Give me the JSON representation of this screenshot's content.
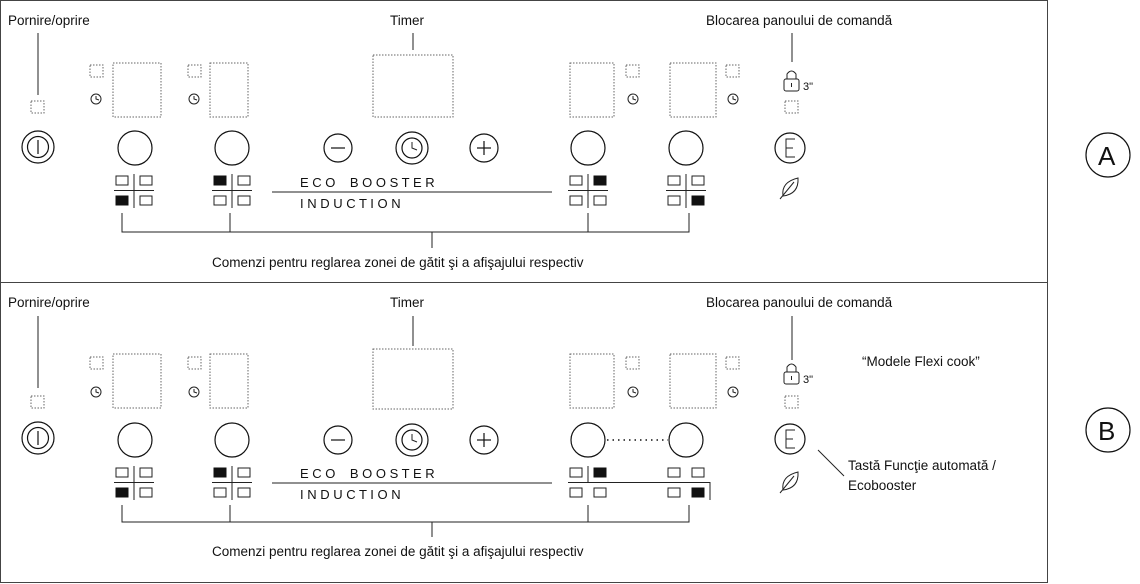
{
  "panels": [
    {
      "id": "A",
      "letter": "A",
      "labels": {
        "power": "Pornire/oprire",
        "timer": "Timer",
        "lock": "Blocarea panoului de comandă",
        "zones": "Comenzi pentru reglarea zonei de gătit şi a afişajului respectiv",
        "lock_time": "3\"",
        "eco_top": "E C O    B O O S T E R",
        "eco_bottom": "I N D U C T I O N"
      }
    },
    {
      "id": "B",
      "letter": "B",
      "labels": {
        "power": "Pornire/oprire",
        "timer": "Timer",
        "lock": "Blocarea panoului de comandă",
        "zones": "Comenzi pentru reglarea zonei de gătit şi a afişajului respectiv",
        "lock_time": "3\"",
        "eco_top": "E C O    B O O S T E R",
        "eco_bottom": "I N D U C T I O N",
        "flexi": "“Modele Flexi cook”",
        "auto_line1": "Tastă Funcţie automată /",
        "auto_line2": "Ecobooster"
      }
    }
  ],
  "icons": {
    "power": "power-icon",
    "minus": "minus-icon",
    "plus": "plus-icon",
    "timer": "clock-icon",
    "lock": "padlock-icon",
    "auto": "e-function-icon",
    "eco": "leaf-icon"
  }
}
